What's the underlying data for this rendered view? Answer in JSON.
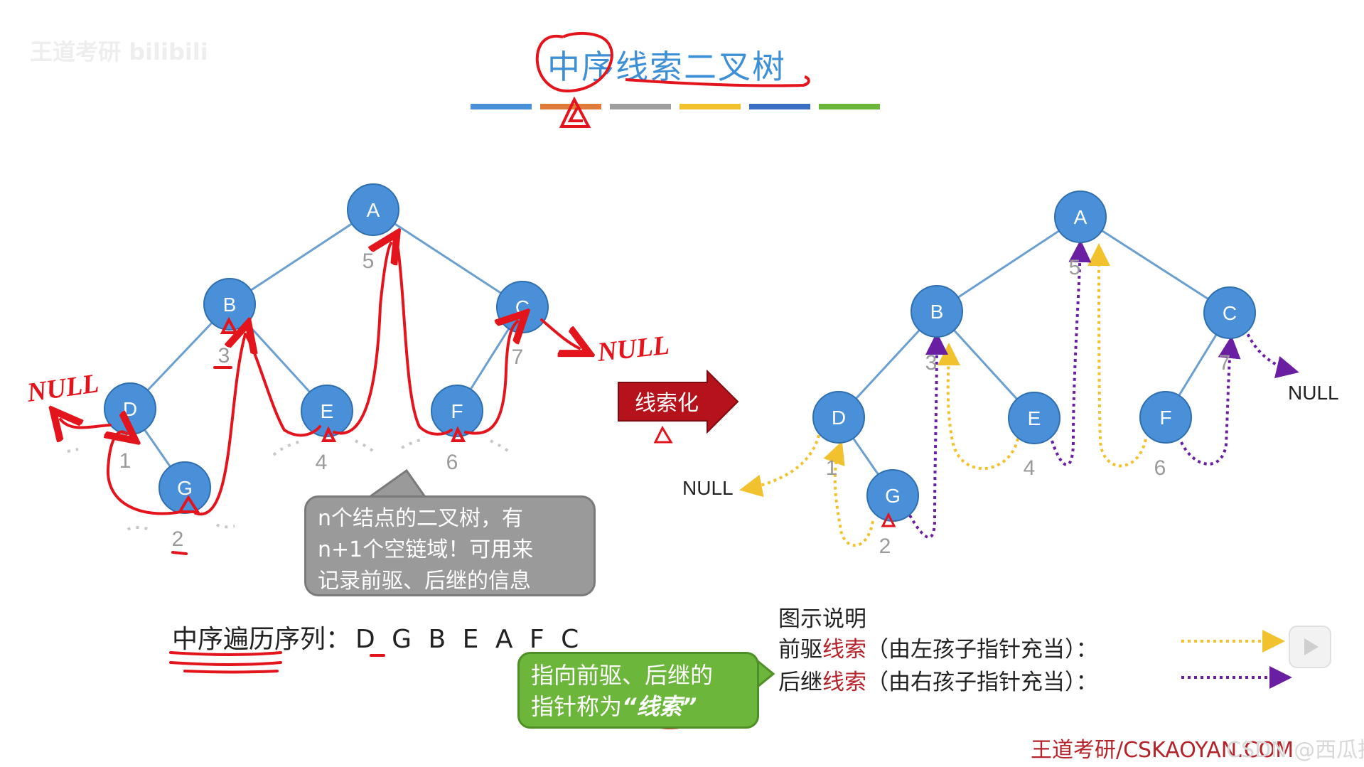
{
  "title": "中序线索二叉树",
  "watermark": "王道考研 bilibili",
  "color_bars": [
    "#4a90d9",
    "#e07b39",
    "#9e9e9e",
    "#f2c12e",
    "#3a6fc4",
    "#6cb63c"
  ],
  "left_tree": {
    "nodes": [
      "A",
      "B",
      "C",
      "D",
      "E",
      "F",
      "G"
    ],
    "order_numbers": [
      "1",
      "2",
      "3",
      "4",
      "5",
      "6",
      "7"
    ],
    "null_labels": [
      "NULL",
      "NULL"
    ]
  },
  "arrow_label": "线索化",
  "right_tree": {
    "nodes": [
      "A",
      "B",
      "C",
      "D",
      "E",
      "F",
      "G"
    ],
    "order_numbers": [
      "1",
      "2",
      "3",
      "4",
      "5",
      "6",
      "7"
    ],
    "null_labels": [
      "NULL",
      "NULL"
    ]
  },
  "gray_bubble": {
    "line1": "n个结点的二叉树，有",
    "line2": "n+1个空链域！可用来",
    "line3": "记录前驱、后继的信息"
  },
  "sequence": {
    "label": "中序遍历序列：",
    "values": "D G B E A F C"
  },
  "green_bubble": {
    "line1": "指向前驱、后继的",
    "line2_prefix": "指针称为",
    "line2_term": "“线索”"
  },
  "legend": {
    "title": "图示说明",
    "pred_prefix": "前驱",
    "pred_kw": "线索",
    "pred_suffix": "（由左孩子指针充当）：",
    "succ_prefix": "后继",
    "succ_kw": "线索",
    "succ_suffix": "（由右孩子指针充当）："
  },
  "footer": "王道考研/CSKAOYAN.COM",
  "footer_overlay": "CSDN @西瓜拌面",
  "colors": {
    "node_fill": "#4a90d9",
    "edge": "#6a9fd0",
    "annotation_red": "#e3141c",
    "pred_thread": "#f2c12e",
    "succ_thread": "#6a1fa3",
    "order_number": "#9a9a9a",
    "arrow_fill": "#b5121b"
  }
}
